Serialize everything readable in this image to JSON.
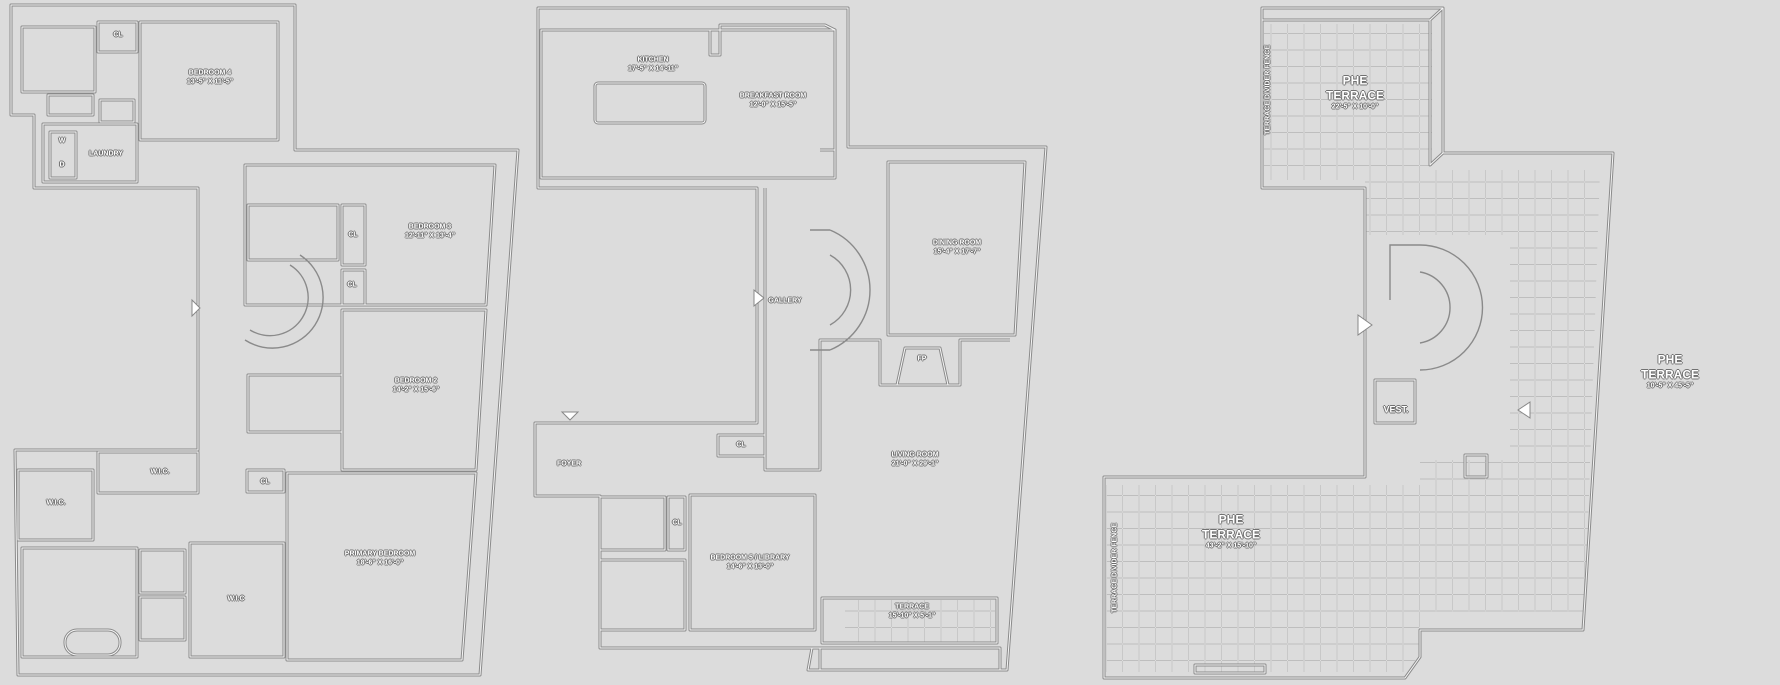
{
  "colors": {
    "background": "#dcdcdc",
    "wall": "#8a8a8a",
    "wall_highlight": "#f6f6f6"
  },
  "lower_floor": {
    "bedroom4": {
      "name": "BEDROOM 4",
      "dims": "13'-5\" X 11'-5\""
    },
    "closet_a": "CL",
    "laundry": "LAUNDRY",
    "washer": "W",
    "dryer": "D",
    "bedroom3": {
      "name": "BEDROOM 3",
      "dims": "12'-11\" X 13'-4\""
    },
    "closet_b": "CL",
    "closet_c": "CL",
    "bedroom2": {
      "name": "BEDROOM 2",
      "dims": "14'-2\" X 15'-6\""
    },
    "wic_a": "W.I.C.",
    "wic_b": "W.I.C.",
    "closet_d": "CL",
    "wic_c": "W.I.C",
    "primary_bedroom": {
      "name": "PRIMARY BEDROOM",
      "dims": "18'-6\" X 16'-0\""
    }
  },
  "main_floor": {
    "kitchen": {
      "name": "KITCHEN",
      "dims": "17'-5\" X 14'-11\""
    },
    "breakfast_room": {
      "name": "BREAKFAST ROOM",
      "dims": "12'-0\" X 15'-5\""
    },
    "dining_room": {
      "name": "DINING ROOM",
      "dims": "15'-4\" X 17'-7\""
    },
    "gallery": "GALLERY",
    "fireplace": "FP",
    "living_room": {
      "name": "LIVING ROOM",
      "dims": "21'-0\" X 29'-1\""
    },
    "closet_a": "CL",
    "foyer": "FOYER",
    "closet_b": "CL",
    "bedroom5": {
      "name": "BEDROOM 5 / LIBRARY",
      "dims": "14'-6\" X 13'-0\""
    },
    "terrace": {
      "name": "TERRACE",
      "dims": "15'-10\" X 5'-1\""
    }
  },
  "roof": {
    "terrace_north": {
      "name1": "PHE",
      "name2": "TERRACE",
      "dims": "22'-5\" X 10'-0\""
    },
    "terrace_east": {
      "name1": "PHE",
      "name2": "TERRACE",
      "dims": "10'-5\" X 45'-5\""
    },
    "terrace_south": {
      "name1": "PHE",
      "name2": "TERRACE",
      "dims": "43'-2\" X 15'-10\""
    },
    "vestibule": "VEST.",
    "fence_north": "TERRACE DIVIDER FENCE",
    "fence_south": "TERRACE DIVIDER FENCE"
  }
}
